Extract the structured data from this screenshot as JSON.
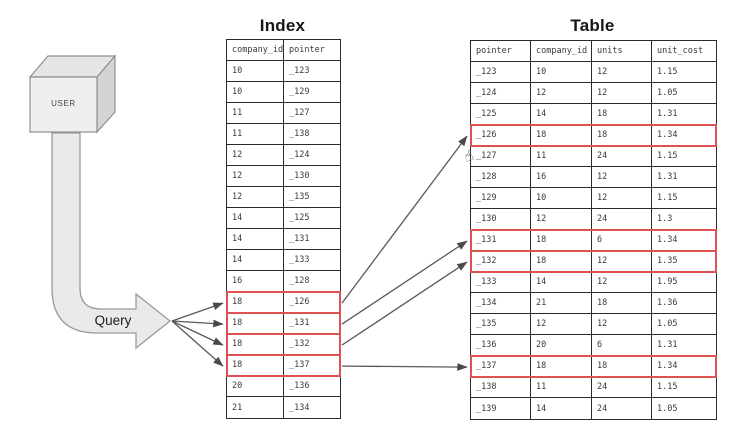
{
  "diagram_title_left": "Index",
  "diagram_title_right": "Table",
  "user_label": "USER",
  "query_label": "Query",
  "colors": {
    "highlight": "#e05252",
    "table_border": "#2b2b2b",
    "arrow": "#5a5a5a",
    "shape_fill": "#ebebeb",
    "shape_stroke": "#979797"
  },
  "icons": {
    "user_cube": "cube-icon",
    "hand_cursor_glyph": "☝"
  },
  "index_table": {
    "title": "Index",
    "columns": [
      "company_id",
      "pointer"
    ],
    "rows": [
      {
        "cells": [
          "10",
          "_123"
        ],
        "highlight": false
      },
      {
        "cells": [
          "10",
          "_129"
        ],
        "highlight": false
      },
      {
        "cells": [
          "11",
          "_127"
        ],
        "highlight": false
      },
      {
        "cells": [
          "11",
          "_138"
        ],
        "highlight": false
      },
      {
        "cells": [
          "12",
          "_124"
        ],
        "highlight": false
      },
      {
        "cells": [
          "12",
          "_130"
        ],
        "highlight": false
      },
      {
        "cells": [
          "12",
          "_135"
        ],
        "highlight": false
      },
      {
        "cells": [
          "14",
          "_125"
        ],
        "highlight": false
      },
      {
        "cells": [
          "14",
          "_131"
        ],
        "highlight": false
      },
      {
        "cells": [
          "14",
          "_133"
        ],
        "highlight": false
      },
      {
        "cells": [
          "16",
          "_128"
        ],
        "highlight": false
      },
      {
        "cells": [
          "18",
          "_126"
        ],
        "highlight": true
      },
      {
        "cells": [
          "18",
          "_131"
        ],
        "highlight": true
      },
      {
        "cells": [
          "18",
          "_132"
        ],
        "highlight": true
      },
      {
        "cells": [
          "18",
          "_137"
        ],
        "highlight": true
      },
      {
        "cells": [
          "20",
          "_136"
        ],
        "highlight": false
      },
      {
        "cells": [
          "21",
          "_134"
        ],
        "highlight": false
      }
    ]
  },
  "main_table": {
    "title": "Table",
    "columns": [
      "pointer",
      "company_id",
      "units",
      "unit_cost"
    ],
    "rows": [
      {
        "cells": [
          "_123",
          "10",
          "12",
          "1.15"
        ],
        "highlight": false
      },
      {
        "cells": [
          "_124",
          "12",
          "12",
          "1.05"
        ],
        "highlight": false
      },
      {
        "cells": [
          "_125",
          "14",
          "18",
          "1.31"
        ],
        "highlight": false
      },
      {
        "cells": [
          "_126",
          "18",
          "18",
          "1.34"
        ],
        "highlight": true
      },
      {
        "cells": [
          "_127",
          "11",
          "24",
          "1.15"
        ],
        "highlight": false
      },
      {
        "cells": [
          "_128",
          "16",
          "12",
          "1.31"
        ],
        "highlight": false
      },
      {
        "cells": [
          "_129",
          "10",
          "12",
          "1.15"
        ],
        "highlight": false
      },
      {
        "cells": [
          "_130",
          "12",
          "24",
          "1.3"
        ],
        "highlight": false
      },
      {
        "cells": [
          "_131",
          "18",
          "6",
          "1.34"
        ],
        "highlight": true
      },
      {
        "cells": [
          "_132",
          "18",
          "12",
          "1.35"
        ],
        "highlight": true
      },
      {
        "cells": [
          "_133",
          "14",
          "12",
          "1.95"
        ],
        "highlight": false
      },
      {
        "cells": [
          "_134",
          "21",
          "18",
          "1.36"
        ],
        "highlight": false
      },
      {
        "cells": [
          "_135",
          "12",
          "12",
          "1.05"
        ],
        "highlight": false
      },
      {
        "cells": [
          "_136",
          "20",
          "6",
          "1.31"
        ],
        "highlight": false
      },
      {
        "cells": [
          "_137",
          "18",
          "18",
          "1.34"
        ],
        "highlight": true
      },
      {
        "cells": [
          "_138",
          "11",
          "24",
          "1.15"
        ],
        "highlight": false
      },
      {
        "cells": [
          "_139",
          "14",
          "24",
          "1.05"
        ],
        "highlight": false
      }
    ]
  },
  "links": {
    "query_target_index_rows": [
      11,
      12,
      13,
      14
    ],
    "index_to_table": [
      [
        11,
        3
      ],
      [
        12,
        8
      ],
      [
        13,
        9
      ],
      [
        14,
        14
      ]
    ]
  }
}
